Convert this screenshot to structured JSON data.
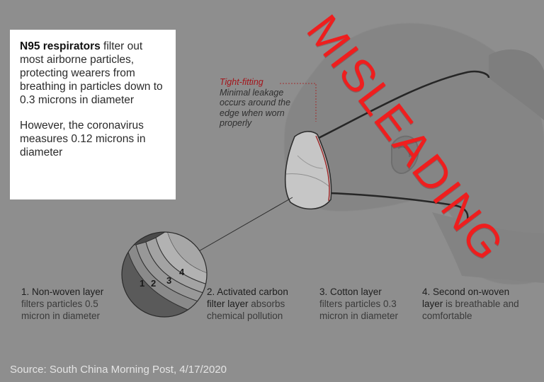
{
  "infobox": {
    "bold_lead": "N95 respirators",
    "para1_rest": " filter out most airborne particles, protecting wearers from breathing in particles down to 0.3 microns in diameter",
    "para2": "However, the coronavirus measures 0.12 microns in diameter"
  },
  "callout": {
    "title": "Tight-fitting",
    "text": "Minimal leakage occurs around the edge when worn properly"
  },
  "layers": [
    {
      "num": "1",
      "head": "1. Non-woven layer",
      "desc": "filters particles 0.5 micron in diameter"
    },
    {
      "num": "2",
      "head": "2. Activated carbon filter layer",
      "desc": "absorbs chemical pollution"
    },
    {
      "num": "3",
      "head": "3. Cotton layer",
      "desc": "filters particles 0.3 micron in diameter"
    },
    {
      "num": "4",
      "head": "4. Second on-woven layer",
      "desc": "is breathable and comfortable"
    }
  ],
  "stamp": "MISLEADING",
  "source": "Source: South China Morning Post, 4/17/2020",
  "colors": {
    "background": "#8e8e8e",
    "stamp_red": "#ef1e1e",
    "callout_red": "#a3151b",
    "mask_edge_red": "#9e2b2b"
  }
}
